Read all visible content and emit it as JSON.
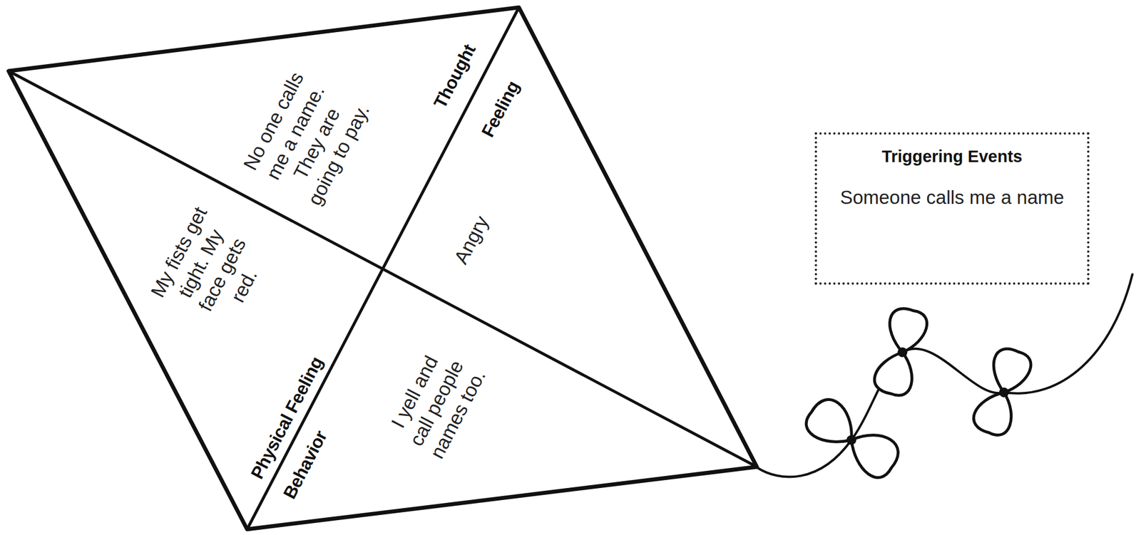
{
  "diagram": {
    "nodes": [
      {
        "text": [
          "Thought",
          "No one calls me a name. They are going to pay."
        ]
      },
      {
        "text": [
          "Feeling",
          "Angry"
        ]
      },
      {
        "text": [
          "Physical Feeling",
          "My fists get tight. My face gets red."
        ]
      },
      {
        "text": [
          "Behavior",
          "I yell and call people names too."
        ]
      },
      {
        "text": [
          "Triggering Events",
          "Someone calls me a name"
        ]
      }
    ]
  }
}
